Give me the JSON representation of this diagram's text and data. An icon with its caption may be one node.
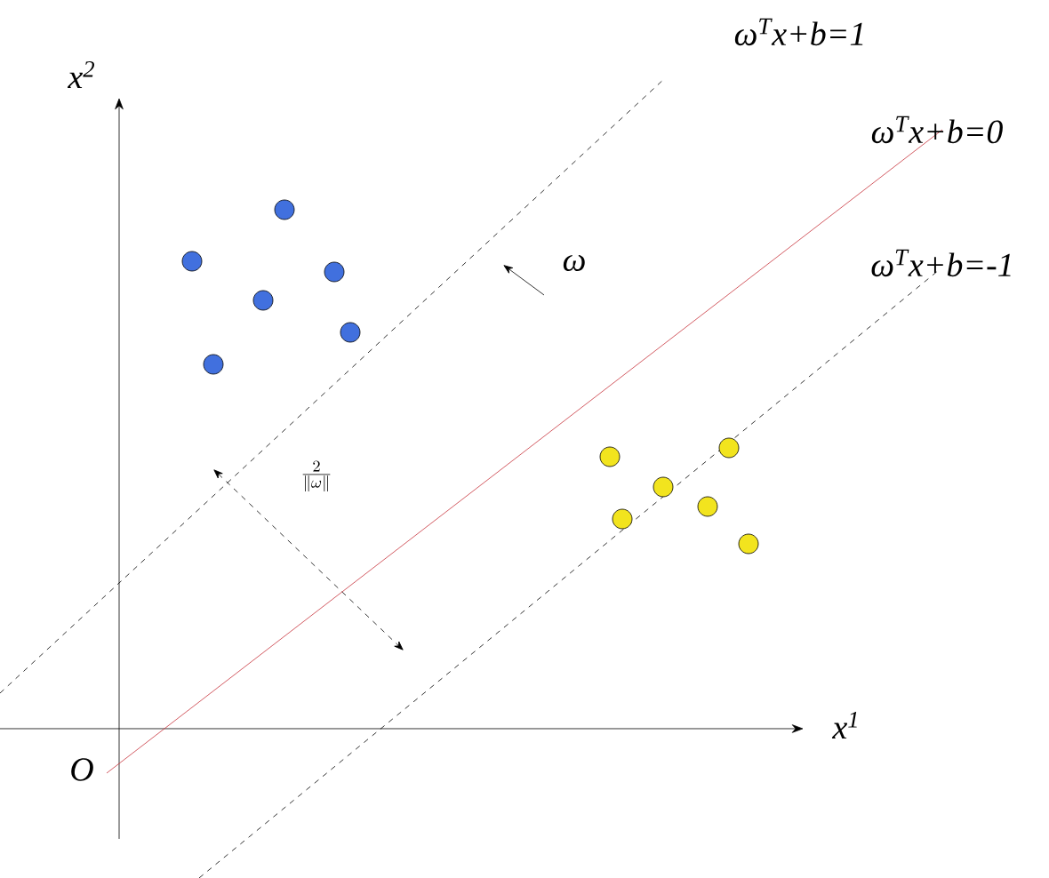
{
  "diagram": {
    "nodes": [
      {
        "text": [],
        "shape": "circle"
      },
      {
        "text": [],
        "shape": "circle"
      },
      {
        "text": [],
        "shape": "circle"
      },
      {
        "text": [],
        "shape": "circle"
      },
      {
        "text": [],
        "shape": "circle"
      },
      {
        "text": [],
        "shape": "circle"
      },
      {
        "text": [],
        "shape": "circle"
      },
      {
        "text": [],
        "shape": "circle"
      },
      {
        "text": [],
        "shape": "circle"
      },
      {
        "text": [],
        "shape": "circle"
      },
      {
        "text": [],
        "shape": "circle"
      },
      {
        "text": [],
        "shape": "circle"
      }
    ],
    "labels": [
      "ω$^{T}$x+b=1",
      "x$^{2}$",
      "ω$^{T}$x+b=0",
      "ω$^{T}$x+b=-1",
      "ω",
      "\\frac{2}{\\|\\omega\\|}",
      "x$^{1}$",
      "O"
    ]
  }
}
